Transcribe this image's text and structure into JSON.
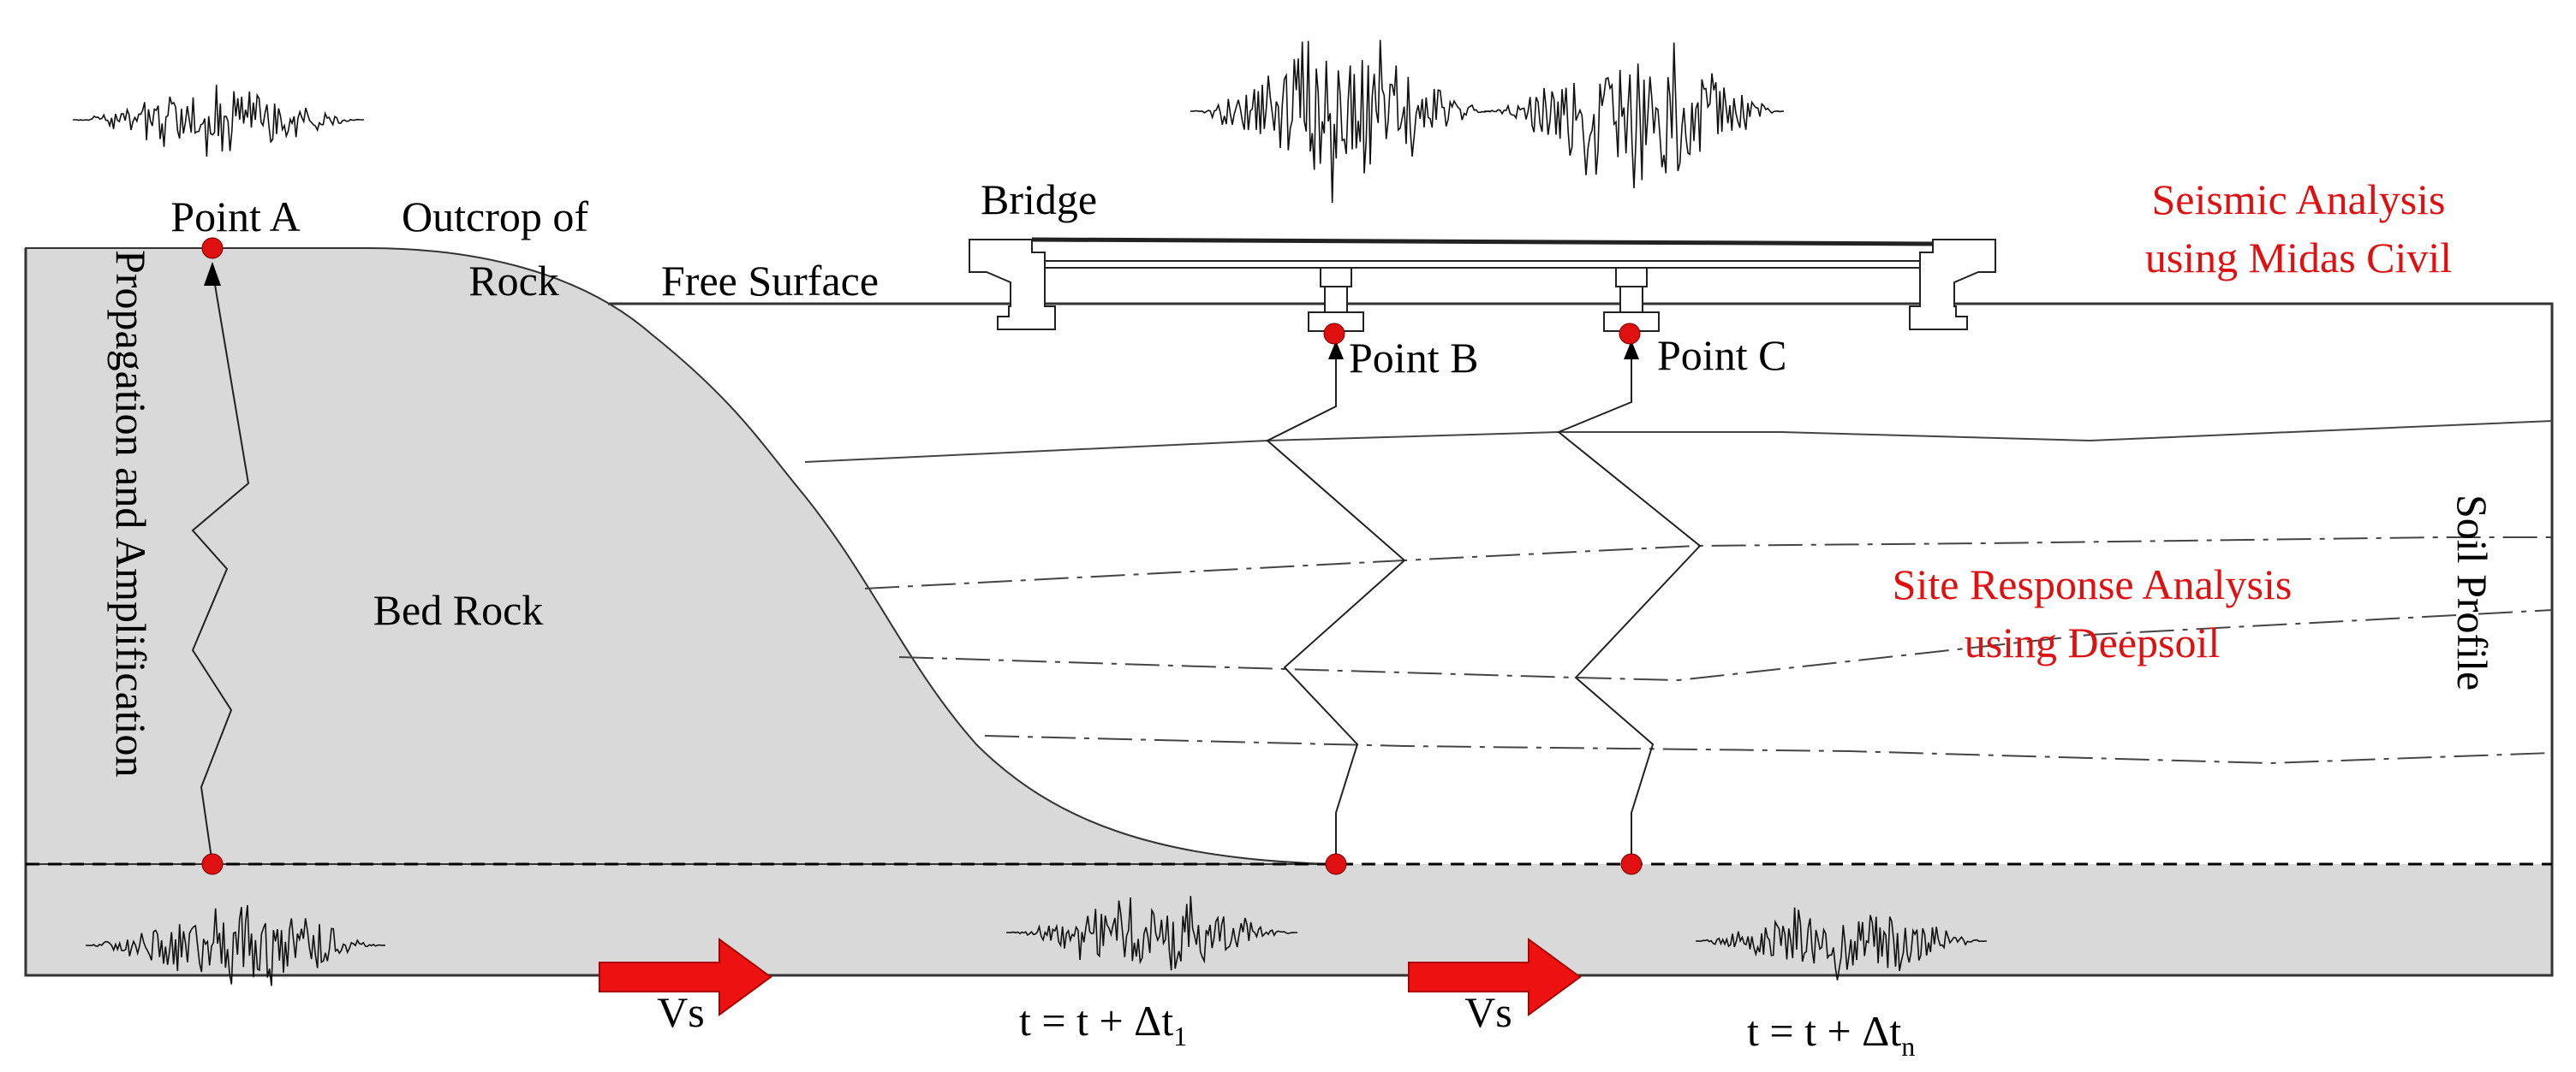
{
  "labels": {
    "point_a": "Point A",
    "outcrop_line1": "Outcrop of",
    "outcrop_line2": "Rock",
    "free_surface": "Free Surface",
    "bridge": "Bridge",
    "point_b": "Point B",
    "point_c": "Point C",
    "seismic_line1": "Seismic Analysis",
    "seismic_line2": "using Midas Civil",
    "propagation": "Propagation and Amplification",
    "bed_rock": "Bed Rock",
    "site_line1": "Site Response Analysis",
    "site_line2": "using Deepsoil",
    "soil_profile": "Soil Profile",
    "vs_left": "Vs",
    "vs_right": "Vs",
    "time1_main": "t = t + Δt",
    "time1_sub": "1",
    "time2_main": "t = t + Δt",
    "time2_sub": "n"
  },
  "colors": {
    "rock_fill": "#d9d9d9",
    "marker": "#e01010",
    "arrow": "#ee1111",
    "red_text": "#e01010"
  }
}
